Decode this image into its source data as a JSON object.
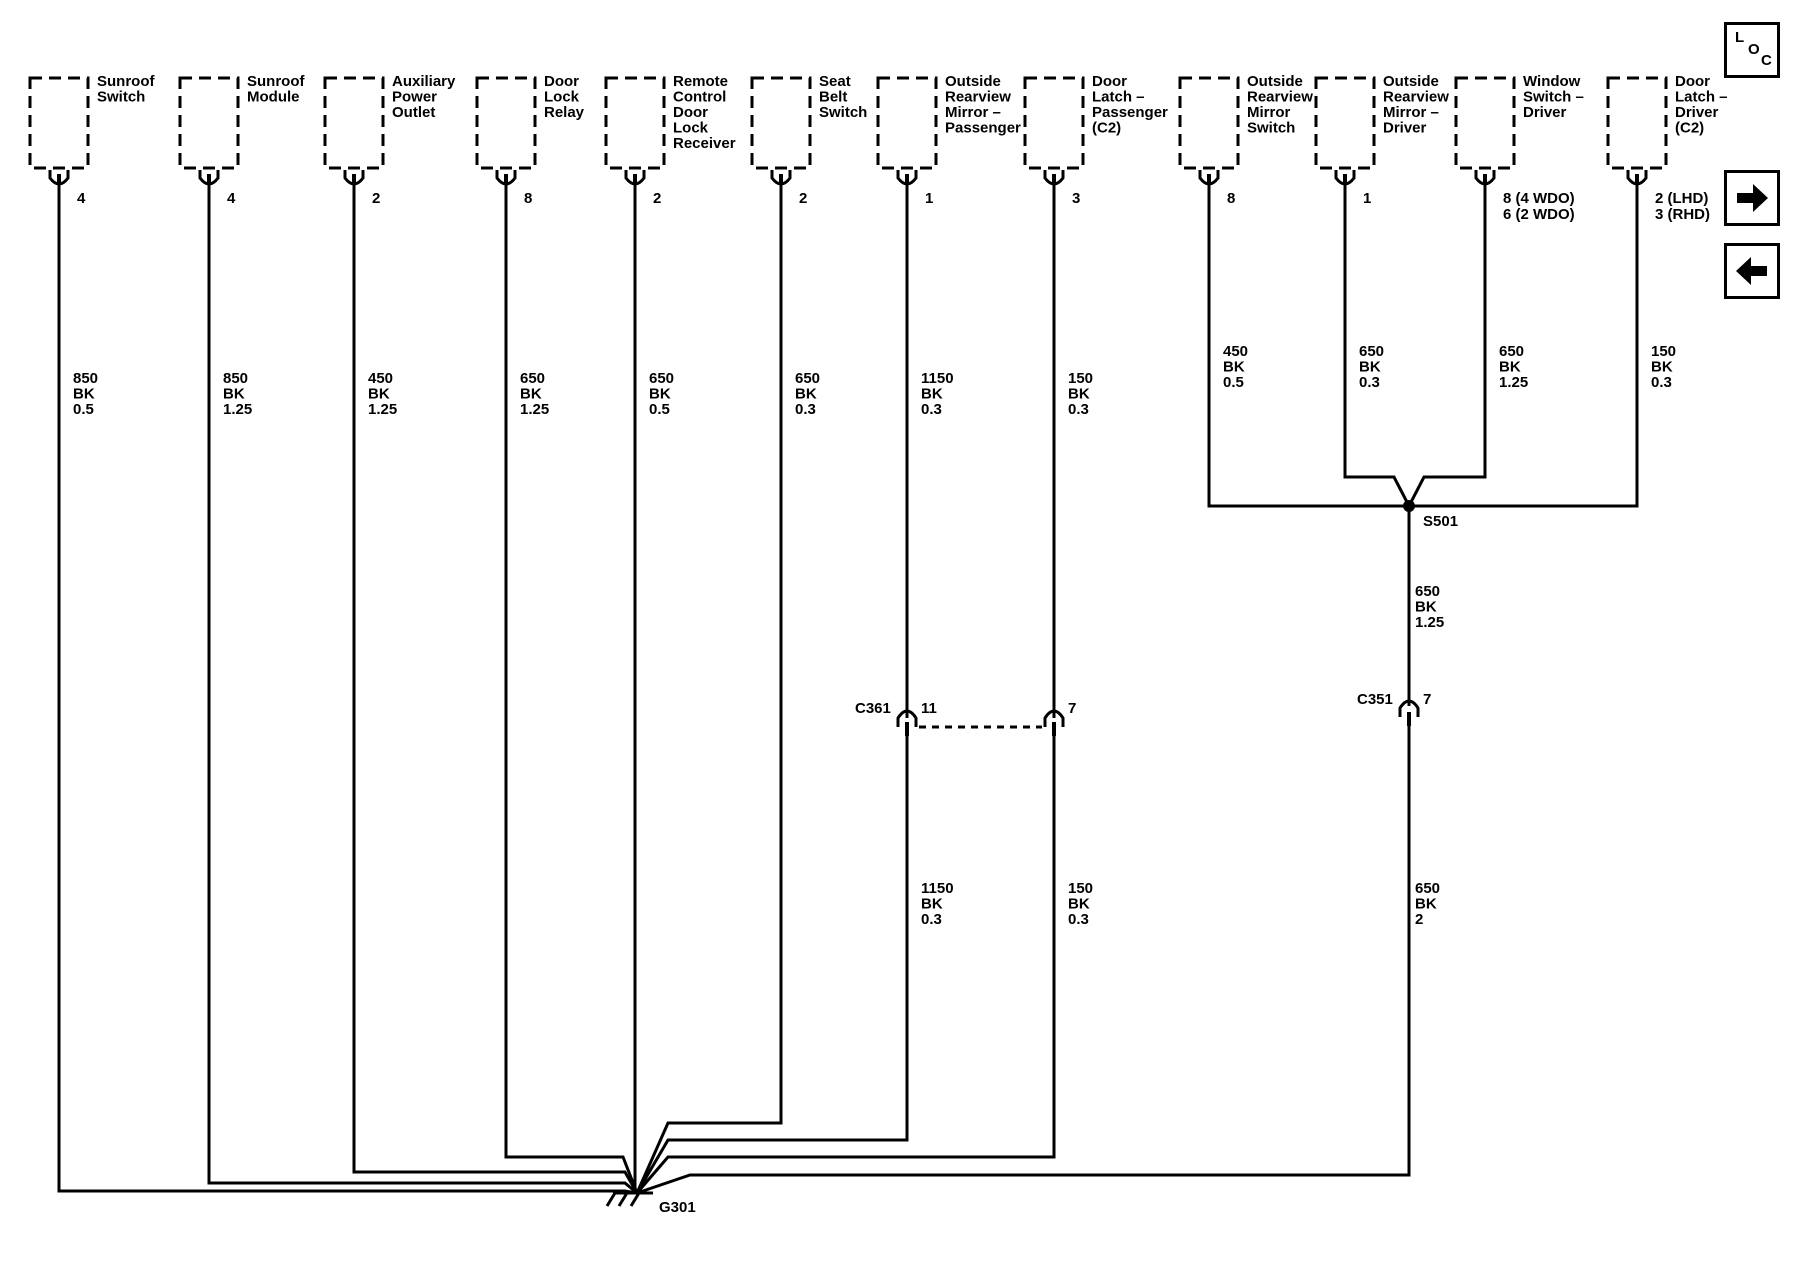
{
  "components": [
    {
      "label": [
        "Sunroof",
        "Switch"
      ],
      "pin": "4",
      "wire": [
        "850",
        "BK",
        "0.5"
      ]
    },
    {
      "label": [
        "Sunroof",
        "Module"
      ],
      "pin": "4",
      "wire": [
        "850",
        "BK",
        "1.25"
      ]
    },
    {
      "label": [
        "Auxiliary",
        "Power",
        "Outlet"
      ],
      "pin": "2",
      "wire": [
        "450",
        "BK",
        "1.25"
      ]
    },
    {
      "label": [
        "Door",
        "Lock",
        "Relay"
      ],
      "pin": "8",
      "wire": [
        "650",
        "BK",
        "1.25"
      ]
    },
    {
      "label": [
        "Remote",
        "Control",
        "Door",
        "Lock",
        "Receiver"
      ],
      "pin": "2",
      "wire": [
        "650",
        "BK",
        "0.5"
      ]
    },
    {
      "label": [
        "Seat",
        "Belt",
        "Switch"
      ],
      "pin": "2",
      "wire": [
        "650",
        "BK",
        "0.3"
      ]
    },
    {
      "label": [
        "Outside",
        "Rearview",
        "Mirror –",
        "Passenger"
      ],
      "pin": "1",
      "wire": [
        "1150",
        "BK",
        "0.3"
      ]
    },
    {
      "label": [
        "Door",
        "Latch –",
        "Passenger",
        "(C2)"
      ],
      "pin": "3",
      "wire": [
        "150",
        "BK",
        "0.3"
      ]
    },
    {
      "label": [
        "Outside",
        "Rearview",
        "Mirror",
        "Switch"
      ],
      "pin": "8",
      "wire": [
        "450",
        "BK",
        "0.5"
      ]
    },
    {
      "label": [
        "Outside",
        "Rearview",
        "Mirror –",
        "Driver"
      ],
      "pin": "1",
      "wire": [
        "650",
        "BK",
        "0.3"
      ]
    },
    {
      "label": [
        "Window",
        "Switch –",
        "Driver"
      ],
      "pin": [
        "8 (4 WDO)",
        "6 (2 WDO)"
      ],
      "wire": [
        "650",
        "BK",
        "1.25"
      ]
    },
    {
      "label": [
        "Door",
        "Latch –",
        "Driver",
        "(C2)"
      ],
      "pin": [
        "2 (LHD)",
        "3 (RHD)"
      ],
      "wire": [
        "150",
        "BK",
        "0.3"
      ]
    }
  ],
  "splice": {
    "name": "S501",
    "wire": [
      "650",
      "BK",
      "1.25"
    ]
  },
  "connector_c361": {
    "name": "C361",
    "pin_a": "11",
    "pin_b": "7"
  },
  "connector_c351": {
    "name": "C351",
    "pin": "7"
  },
  "lower_wires": {
    "mirror_passenger": [
      "1150",
      "BK",
      "0.3"
    ],
    "latch_passenger": [
      "150",
      "BK",
      "0.3"
    ],
    "c351_ground": [
      "650",
      "BK",
      "2"
    ]
  },
  "ground": {
    "name": "G301"
  },
  "loc_button": {
    "letters": [
      "L",
      "O",
      "C"
    ]
  },
  "nav": {
    "next_icon": "arrow-right-icon",
    "prev_icon": "arrow-left-icon"
  }
}
